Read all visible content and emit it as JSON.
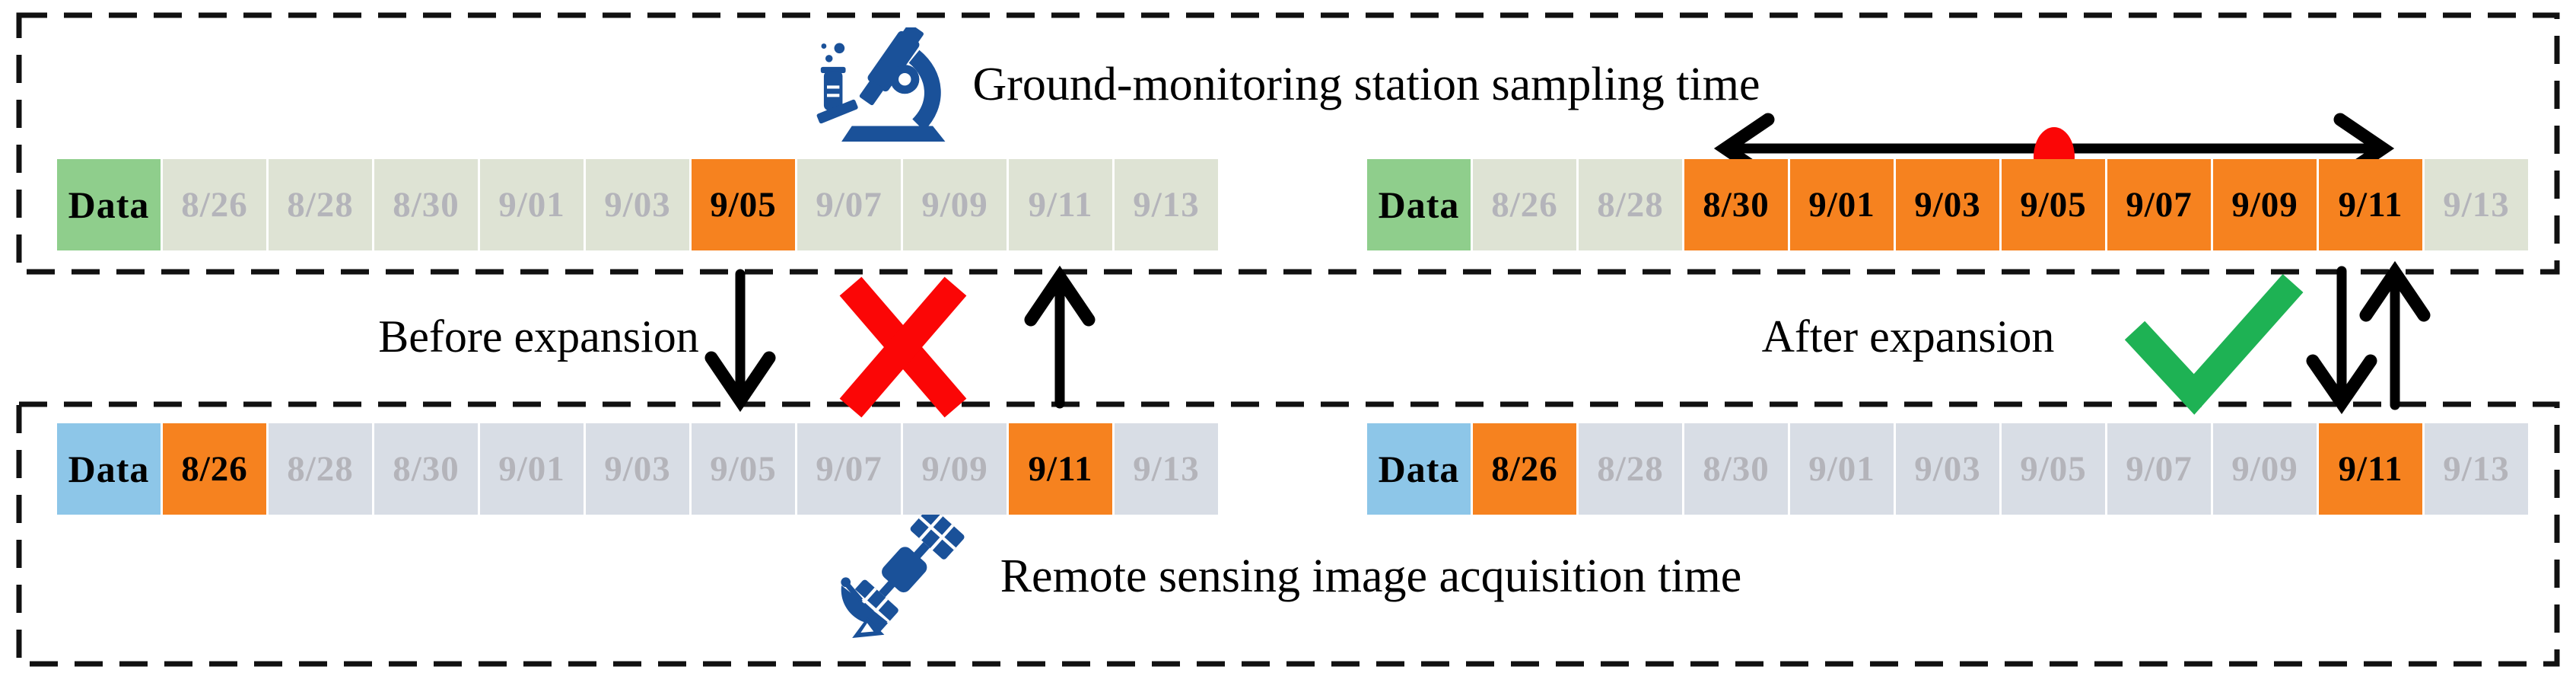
{
  "colors": {
    "orange": "#F6821F",
    "green_data": "#8FCE8C",
    "sage": "#DEE3D4",
    "blue_data": "#8DC6E8",
    "blue_gray": "#D8DDE5",
    "inactive_text": "#B4B4BA",
    "icon_blue": "#1A5199",
    "check_green": "#1EB254",
    "cross_red": "#FB0606",
    "ink": "#111111"
  },
  "ground_section": {
    "title": "Ground-monitoring station sampling time",
    "icon": "microscope-icon"
  },
  "remote_section": {
    "title": "Remote sensing image acquisition time",
    "icon": "satellite-icon"
  },
  "labels": {
    "before": "Before expansion",
    "after": "After expansion"
  },
  "icons": {
    "microscope": "microscope-icon",
    "satellite": "satellite-icon",
    "check": "green-check-icon",
    "cross": "red-cross-icon",
    "dot": "red-sample-point-dot",
    "range_arrow": "expansion-range-double-arrow"
  },
  "tables": {
    "ground_before": {
      "header": "Data",
      "theme": "green",
      "cells": [
        {
          "label": "8/26",
          "active": false
        },
        {
          "label": "8/28",
          "active": false
        },
        {
          "label": "8/30",
          "active": false
        },
        {
          "label": "9/01",
          "active": false
        },
        {
          "label": "9/03",
          "active": false
        },
        {
          "label": "9/05",
          "active": true
        },
        {
          "label": "9/07",
          "active": false
        },
        {
          "label": "9/09",
          "active": false
        },
        {
          "label": "9/11",
          "active": false
        },
        {
          "label": "9/13",
          "active": false
        }
      ]
    },
    "ground_after": {
      "header": "Data",
      "theme": "green",
      "cells": [
        {
          "label": "8/26",
          "active": false
        },
        {
          "label": "8/28",
          "active": false
        },
        {
          "label": "8/30",
          "active": true
        },
        {
          "label": "9/01",
          "active": true
        },
        {
          "label": "9/03",
          "active": true
        },
        {
          "label": "9/05",
          "active": true
        },
        {
          "label": "9/07",
          "active": true
        },
        {
          "label": "9/09",
          "active": true
        },
        {
          "label": "9/11",
          "active": true
        },
        {
          "label": "9/13",
          "active": false
        }
      ]
    },
    "remote_before": {
      "header": "Data",
      "theme": "blue",
      "cells": [
        {
          "label": "8/26",
          "active": true
        },
        {
          "label": "8/28",
          "active": false
        },
        {
          "label": "8/30",
          "active": false
        },
        {
          "label": "9/01",
          "active": false
        },
        {
          "label": "9/03",
          "active": false
        },
        {
          "label": "9/05",
          "active": false
        },
        {
          "label": "9/07",
          "active": false
        },
        {
          "label": "9/09",
          "active": false
        },
        {
          "label": "9/11",
          "active": true
        },
        {
          "label": "9/13",
          "active": false
        }
      ]
    },
    "remote_after": {
      "header": "Data",
      "theme": "blue",
      "cells": [
        {
          "label": "8/26",
          "active": true
        },
        {
          "label": "8/28",
          "active": false
        },
        {
          "label": "8/30",
          "active": false
        },
        {
          "label": "9/01",
          "active": false
        },
        {
          "label": "9/03",
          "active": false
        },
        {
          "label": "9/05",
          "active": false
        },
        {
          "label": "9/07",
          "active": false
        },
        {
          "label": "9/09",
          "active": false
        },
        {
          "label": "9/11",
          "active": true
        },
        {
          "label": "9/13",
          "active": false
        }
      ]
    }
  }
}
